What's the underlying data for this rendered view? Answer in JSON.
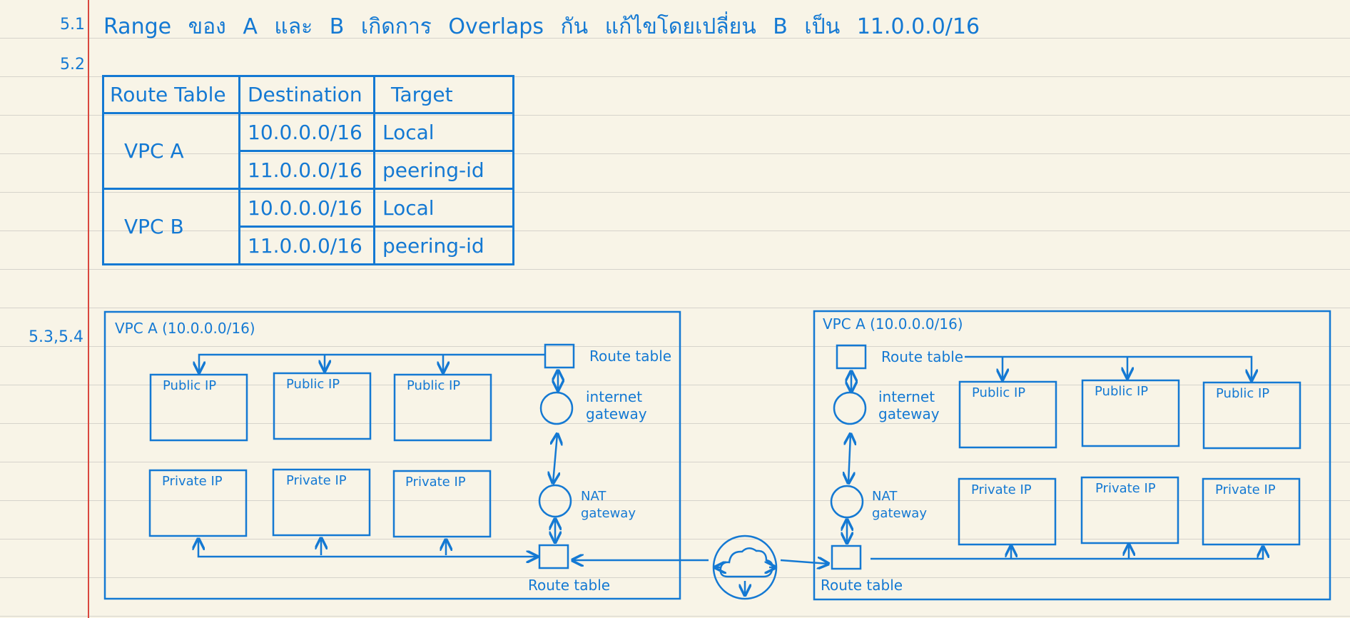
{
  "q51": {
    "num": "5.1",
    "text": "Range ของ A และ B เกิดการ Overlaps กัน แก้ไขโดยเปลี่ยน B เป็น 11.0.0.0/16"
  },
  "q52": {
    "num": "5.2"
  },
  "route_table": {
    "headers": [
      "Route Table",
      "Destination",
      "Target"
    ],
    "rows": [
      {
        "vpc": "VPC A",
        "routes": [
          {
            "destination": "10.0.0.0/16",
            "target": "Local"
          },
          {
            "destination": "11.0.0.0/16",
            "target": "peering-id"
          }
        ]
      },
      {
        "vpc": "VPC B",
        "routes": [
          {
            "destination": "10.0.0.0/16",
            "target": "Local"
          },
          {
            "destination": "11.0.0.0/16",
            "target": "peering-id"
          }
        ]
      }
    ]
  },
  "q53": {
    "num": "5.3,5.4"
  },
  "vpc_left": {
    "title": "VPC A (10.0.0.0/16)",
    "public": [
      "Public IP",
      "Public IP",
      "Public IP"
    ],
    "private": [
      "Private IP",
      "Private IP",
      "Private IP"
    ],
    "route_table_top": "Route table",
    "internet_gateway": "internet gateway",
    "nat_gateway": "NAT gateway",
    "route_table_bottom": "Route table"
  },
  "vpc_right": {
    "title": "VPC A (10.0.0.0/16)",
    "public": [
      "Public IP",
      "Public IP",
      "Public IP"
    ],
    "private": [
      "Private IP",
      "Private IP",
      "Private IP"
    ],
    "route_table_top": "Route table",
    "internet_gateway": "internet gateway",
    "nat_gateway": "NAT gateway",
    "route_table_bottom": "Route table"
  },
  "colors": {
    "ink": "#1479d3",
    "paper": "#f8f4e7",
    "rule": "#d6d3cb",
    "margin": "#d9473f"
  },
  "icons": {
    "peering": "cloud-icon"
  }
}
